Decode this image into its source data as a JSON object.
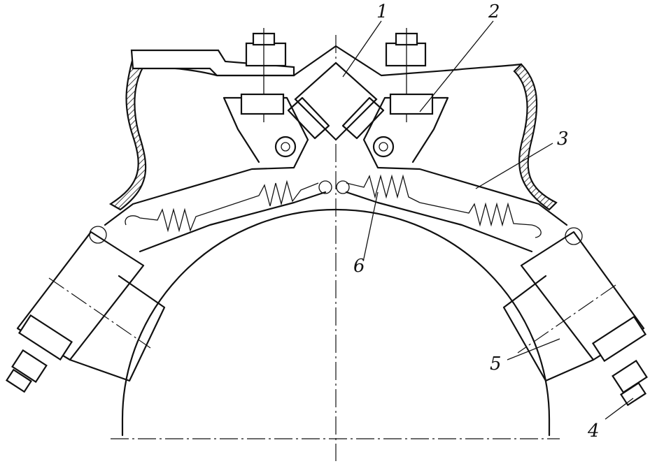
{
  "figure": {
    "callouts": [
      {
        "id": "c1",
        "label": "1"
      },
      {
        "id": "c2",
        "label": "2"
      },
      {
        "id": "c3",
        "label": "3"
      },
      {
        "id": "c4",
        "label": "4"
      },
      {
        "id": "c5",
        "label": "5"
      },
      {
        "id": "c6",
        "label": "6"
      }
    ]
  }
}
